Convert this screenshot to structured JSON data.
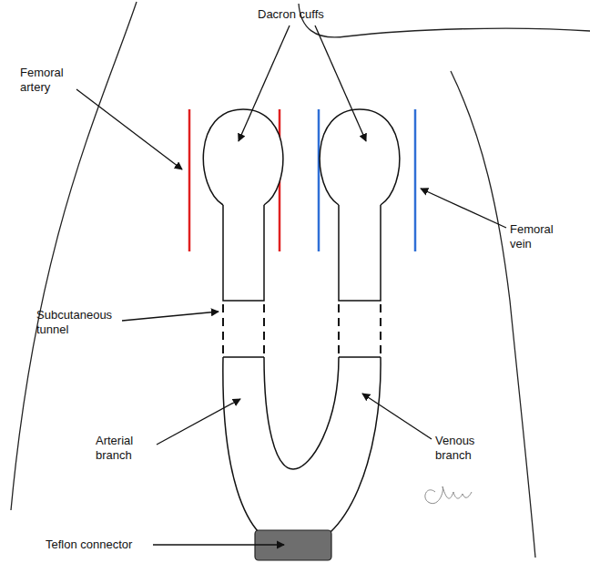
{
  "diagram": {
    "labels": [
      "Dacron cuffs",
      "Femoral artery",
      "Femoral vein",
      "Subcutaneous tunnel",
      "Arterial branch",
      "Venous branch",
      "Teflon connector"
    ]
  }
}
